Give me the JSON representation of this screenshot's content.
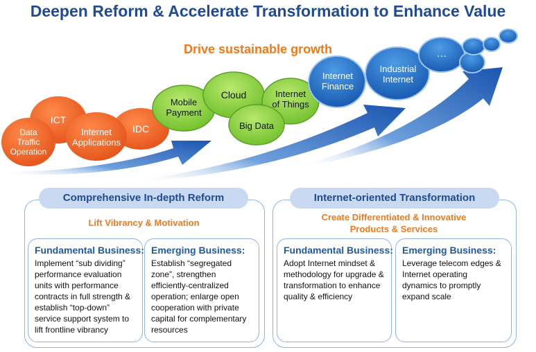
{
  "title": "Deepen Reform & Accelerate Transformation to Enhance Value",
  "growth_label": "Drive sustainable growth",
  "bubbles": {
    "data_traffic": "Data\nTraffic\nOperation",
    "ict": "ICT",
    "internet_apps": "Internet\nApplications",
    "idc": "IDC",
    "mobile_payment": "Mobile\nPayment",
    "cloud": "Cloud",
    "big_data": "Big Data",
    "iot": "Internet\nof Things",
    "internet_finance": "Internet\nFinance",
    "industrial_internet": "Industrial\nInternet",
    "more": "…"
  },
  "left_panel": {
    "heading": "Comprehensive In-depth Reform",
    "subheading": "Lift Vibrancy & Motivation",
    "fundamental": {
      "title": "Fundamental Business:",
      "text": "Implement “sub dividing” performance evaluation units with performance contracts in full strength & establish “top-down” service support system to lift frontline vibrancy"
    },
    "emerging": {
      "title": "Emerging Business:",
      "text": "Establish “segregated zone”, strengthen efficiently-centralized operation; enlarge open cooperation with private capital for complementary resources"
    }
  },
  "right_panel": {
    "heading": "Internet-oriented Transformation",
    "subheading": "Create Differentiated & Innovative\nProducts & Services",
    "fundamental": {
      "title": "Fundamental Business:",
      "text": "Adopt Internet mindset & methodology for upgrade & transformation to enhance quality & efficiency"
    },
    "emerging": {
      "title": "Emerging Business:",
      "text": "Leverage telecom edges & Internet operating dynamics to promptly expand scale"
    }
  },
  "colors": {
    "title_blue": "#1e4a96",
    "accent_orange": "#f07a1a",
    "bubble_orange": "#f26522",
    "bubble_green": "#8ccf3a",
    "bubble_blue": "#1f6fc4",
    "arrow_blue": "#1a5db5"
  }
}
